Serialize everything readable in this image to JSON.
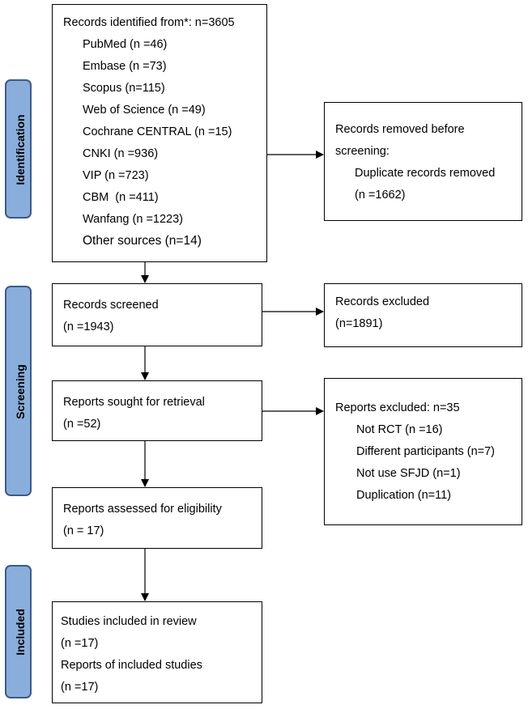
{
  "stages": {
    "identification": "Identification",
    "screening": "Screening",
    "included": "Included"
  },
  "identified": {
    "title": "Records identified from*: n=3605",
    "sources": [
      "PubMed (n =46)",
      "Embase (n =73)",
      "Scopus (n=115)",
      "Web of Science (n =49)",
      "Cochrane CENTRAL (n =15)",
      "CNKI (n =936)",
      "VIP (n =723)",
      "CBM  (n =411)",
      "Wanfang (n =1223)"
    ],
    "other": "Other sources (n=14)"
  },
  "removed": {
    "line1": "Records removed before",
    "line2": "screening:",
    "line3": "Duplicate records removed",
    "line4": "(n =1662)"
  },
  "screened": {
    "line1": "Records screened",
    "line2": "(n =1943)"
  },
  "excluded": {
    "line1": "Records excluded",
    "line2": "(n=1891)"
  },
  "sought": {
    "line1": "Reports sought for retrieval",
    "line2": "(n =52)"
  },
  "reports_excluded": {
    "title": "Reports excluded: n=35",
    "items": [
      "Not RCT (n =16)",
      "Different participants (n=7)",
      "Not use SFJD (n=1)",
      "Duplication (n=11)"
    ]
  },
  "eligibility": {
    "line1": "Reports assessed for eligibility",
    "line2": "(n = 17)"
  },
  "included": {
    "line1": "Studies included in review",
    "line2": "(n =17)",
    "line3": "Reports of included studies",
    "line4": "(n =17)"
  }
}
